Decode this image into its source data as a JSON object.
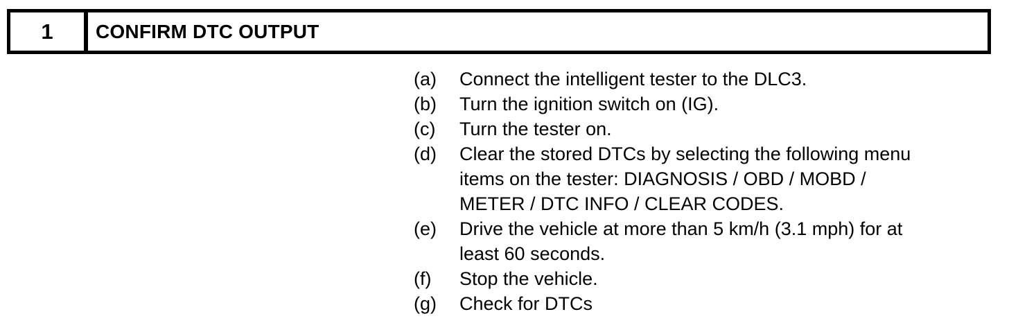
{
  "page": {
    "background_color": "#ffffff",
    "text_color": "#000000"
  },
  "procedure": {
    "number": "1",
    "title": "CONFIRM DTC OUTPUT"
  },
  "steps": [
    {
      "marker": "(a)",
      "lines": [
        "Connect the intelligent tester to the DLC3."
      ]
    },
    {
      "marker": "(b)",
      "lines": [
        "Turn the ignition switch on (IG)."
      ]
    },
    {
      "marker": "(c)",
      "lines": [
        "Turn the tester on."
      ]
    },
    {
      "marker": "(d)",
      "lines": [
        "Clear the stored DTCs by selecting the following menu",
        "items on the tester: DIAGNOSIS / OBD / MOBD /",
        "METER / DTC INFO / CLEAR CODES."
      ]
    },
    {
      "marker": "(e)",
      "lines": [
        "Drive the vehicle at more than 5 km/h (3.1 mph) for at",
        "least 60 seconds."
      ]
    },
    {
      "marker": "(f)",
      "lines": [
        "Stop the vehicle."
      ]
    },
    {
      "marker": "(g)",
      "lines": [
        "Check for DTCs"
      ]
    }
  ]
}
